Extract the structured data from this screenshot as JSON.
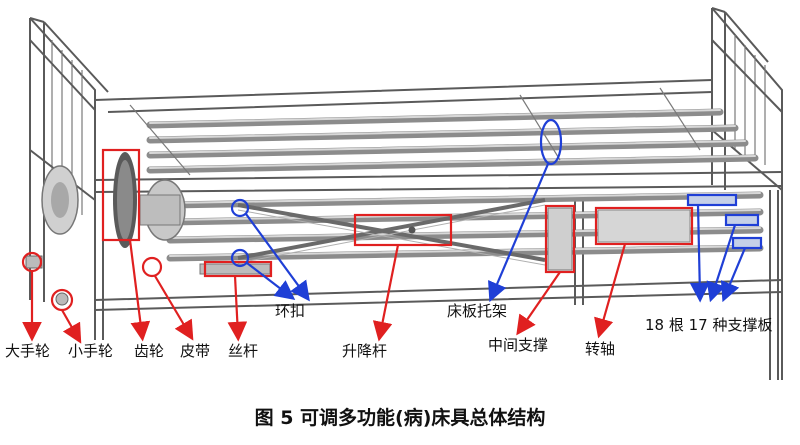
{
  "labels": {
    "big_handwheel": "大手轮",
    "small_handwheel": "小手轮",
    "gear": "齿轮",
    "belt": "皮带",
    "lead_screw": "丝杆",
    "ring_buckle": "环扣",
    "lift_rod": "升降杆",
    "bed_board_bracket": "床板托架",
    "middle_support": "中间支撑",
    "rotating_shaft": "转轴",
    "support_plates": "18 根 17 种支撑板"
  },
  "caption": "图 5   可调多功能(病)床具总体结构",
  "colors": {
    "red_marker": "#e02020",
    "blue_marker": "#1f3fd6",
    "frame": "#5a5a5a"
  }
}
